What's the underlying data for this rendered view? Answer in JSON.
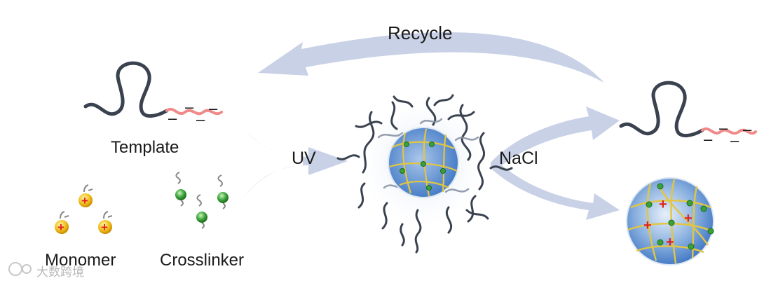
{
  "labels": {
    "recycle": "Recycle",
    "uv": "UV",
    "nacl": "NaCl",
    "template": "Template",
    "monomer": "Monomer",
    "crosslinker": "Crosslinker"
  },
  "watermark": {
    "text": "大数跨境"
  },
  "symbols": {
    "negative_charge": "–",
    "positive_charge": "+"
  },
  "colors": {
    "arrow": "#c8d0e6",
    "template_strand": "#3a4250",
    "template_tail": "#f08a8a",
    "nanoparticle_core": "#5b8fd0",
    "nanoparticle_rim": "#dbe6f4",
    "polymer_mesh": "#e2c642",
    "crosslink_node": "#3aa13a",
    "monomer_bead": "#f1c21e",
    "positive_charge": "#e02020"
  }
}
